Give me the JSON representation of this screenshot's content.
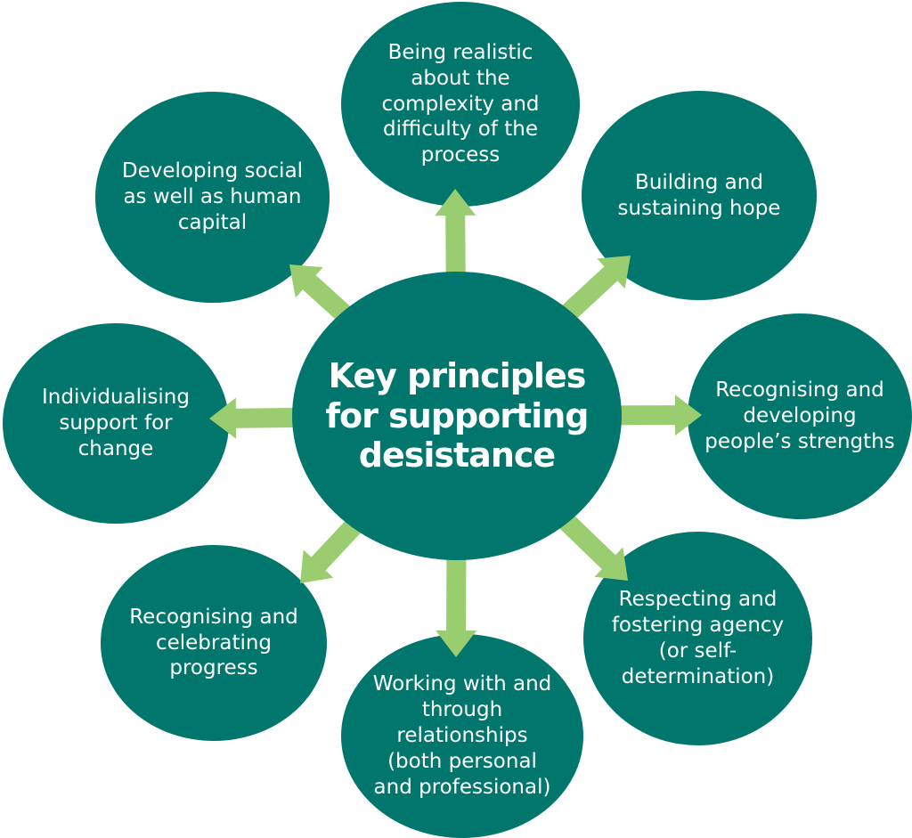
{
  "colors": {
    "circle": "#00766D",
    "arrow": "#9ACD6F",
    "text": "#ffffff"
  },
  "center": {
    "label": "Key principles\nfor supporting\ndesistance"
  },
  "nodes": [
    {
      "id": "being-realistic",
      "label": "Being realistic\nabout the\ncomplexity and\ndifficulty of the\nprocess"
    },
    {
      "id": "building-hope",
      "label": "Building and\nsustaining hope"
    },
    {
      "id": "recognising-strengths",
      "label": "Recognising and\ndeveloping\npeople’s strengths"
    },
    {
      "id": "respecting-agency",
      "label": "Respecting and\nfostering agency\n(or self-\ndetermination)"
    },
    {
      "id": "working-relationships",
      "label": "Working with and\nthrough\nrelationships\n(both personal\nand professional)"
    },
    {
      "id": "recognising-progress",
      "label": "Recognising and\ncelebrating\nprogress"
    },
    {
      "id": "individualising-support",
      "label": "Individualising\nsupport for\nchange"
    },
    {
      "id": "developing-capital",
      "label": "Developing social\nas well as human\ncapital"
    }
  ]
}
